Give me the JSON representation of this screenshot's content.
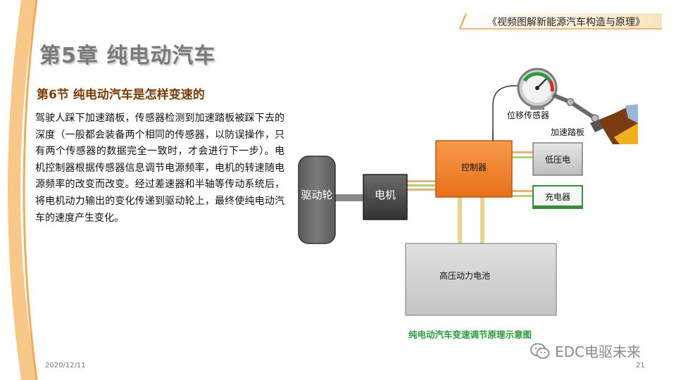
{
  "header": {
    "book_title": "《视频图解新能源汽车构造与原理》"
  },
  "chapter": {
    "title": "第5章  纯电动汽车"
  },
  "section": {
    "title": "第6节   纯电动汽车是怎样变速的"
  },
  "body": {
    "paragraph": "驾驶人踩下加速踏板，传感器检测到加速踏板被踩下去的深度（一般都会装备两个相同的传感器，以防误操作，只有两个传感器的数据完全一致时，才会进行下一步）。电机控制器根据传感器信息调节电源频率，电机的转速随电源频率的改变而改变。经过差速器和半轴等传动系统后，将电机动力输出的变化传递到驱动轮上，最终使纯电动汽车的速度产生变化。"
  },
  "diagram": {
    "labels": {
      "drive_wheel": "驱动轮",
      "motor": "电机",
      "controller": "控制器",
      "low_voltage": "低压电",
      "charger": "充电器",
      "battery": "高压动力电池",
      "position_sensor": "位移传感器",
      "accelerator_pedal": "加速踏板"
    },
    "caption": "纯电动汽车变速调节原理示意图",
    "colors": {
      "controller": "#f0822a",
      "low_voltage": "#c8c8c8",
      "charger": "#3a8a40",
      "battery": "#d4d4d4",
      "motor": "#555555",
      "drive_wheel": "#6a6a6a"
    }
  },
  "footer": {
    "date": "2020/12/11",
    "page": "21",
    "watermark": "EDC电驱未来"
  }
}
